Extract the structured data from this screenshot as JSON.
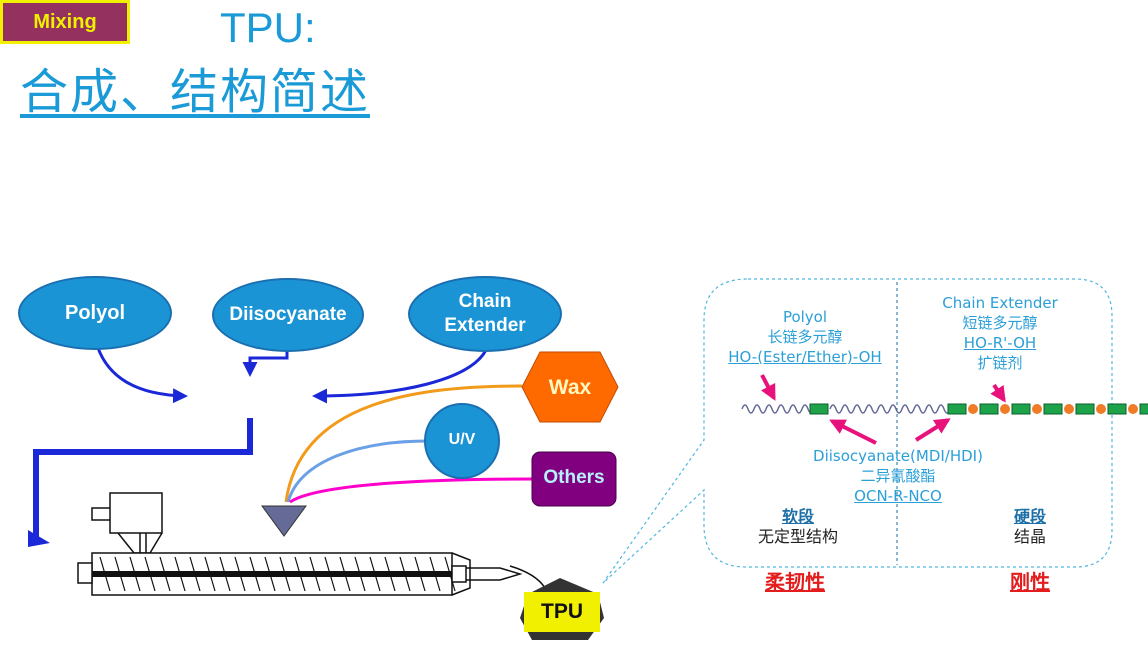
{
  "title": {
    "line1": "TPU:",
    "line2": "合成、结构简述"
  },
  "inputs": {
    "polyol": "Polyol",
    "diisocyanate": "Diisocyanate",
    "chain_extender_line1": "Chain",
    "chain_extender_line2": "Extender"
  },
  "mixing_label": "Mixing",
  "additives": {
    "wax": "Wax",
    "uv": "U/V",
    "others": "Others"
  },
  "product_label": "TPU",
  "structure": {
    "polyol": {
      "name": "Polyol",
      "cn": "长链多元醇",
      "formula": "HO-(Ester/Ether)-OH"
    },
    "chain_extender": {
      "name": "Chain Extender",
      "cn": "短链多元醇",
      "formula": "HO-R'-OH",
      "role": "扩链剂"
    },
    "diisocyanate": {
      "name": "Diisocyanate(MDI/HDI)",
      "cn": "二异氰酸酯",
      "formula": "OCN-R-NCO"
    },
    "soft_segment": {
      "title": "软段",
      "desc": "无定型结构",
      "property": "柔韧性"
    },
    "hard_segment": {
      "title": "硬段",
      "desc": "结晶",
      "property": "刚性"
    }
  },
  "colors": {
    "blue": "#1b94d6",
    "mixing_fill": "#94315e",
    "mixing_text": "#f1f000",
    "wax": "#ff6a00",
    "others": "#800080",
    "pink": "#e8127c",
    "green": "#1fa34a",
    "orange": "#f07c2a"
  }
}
